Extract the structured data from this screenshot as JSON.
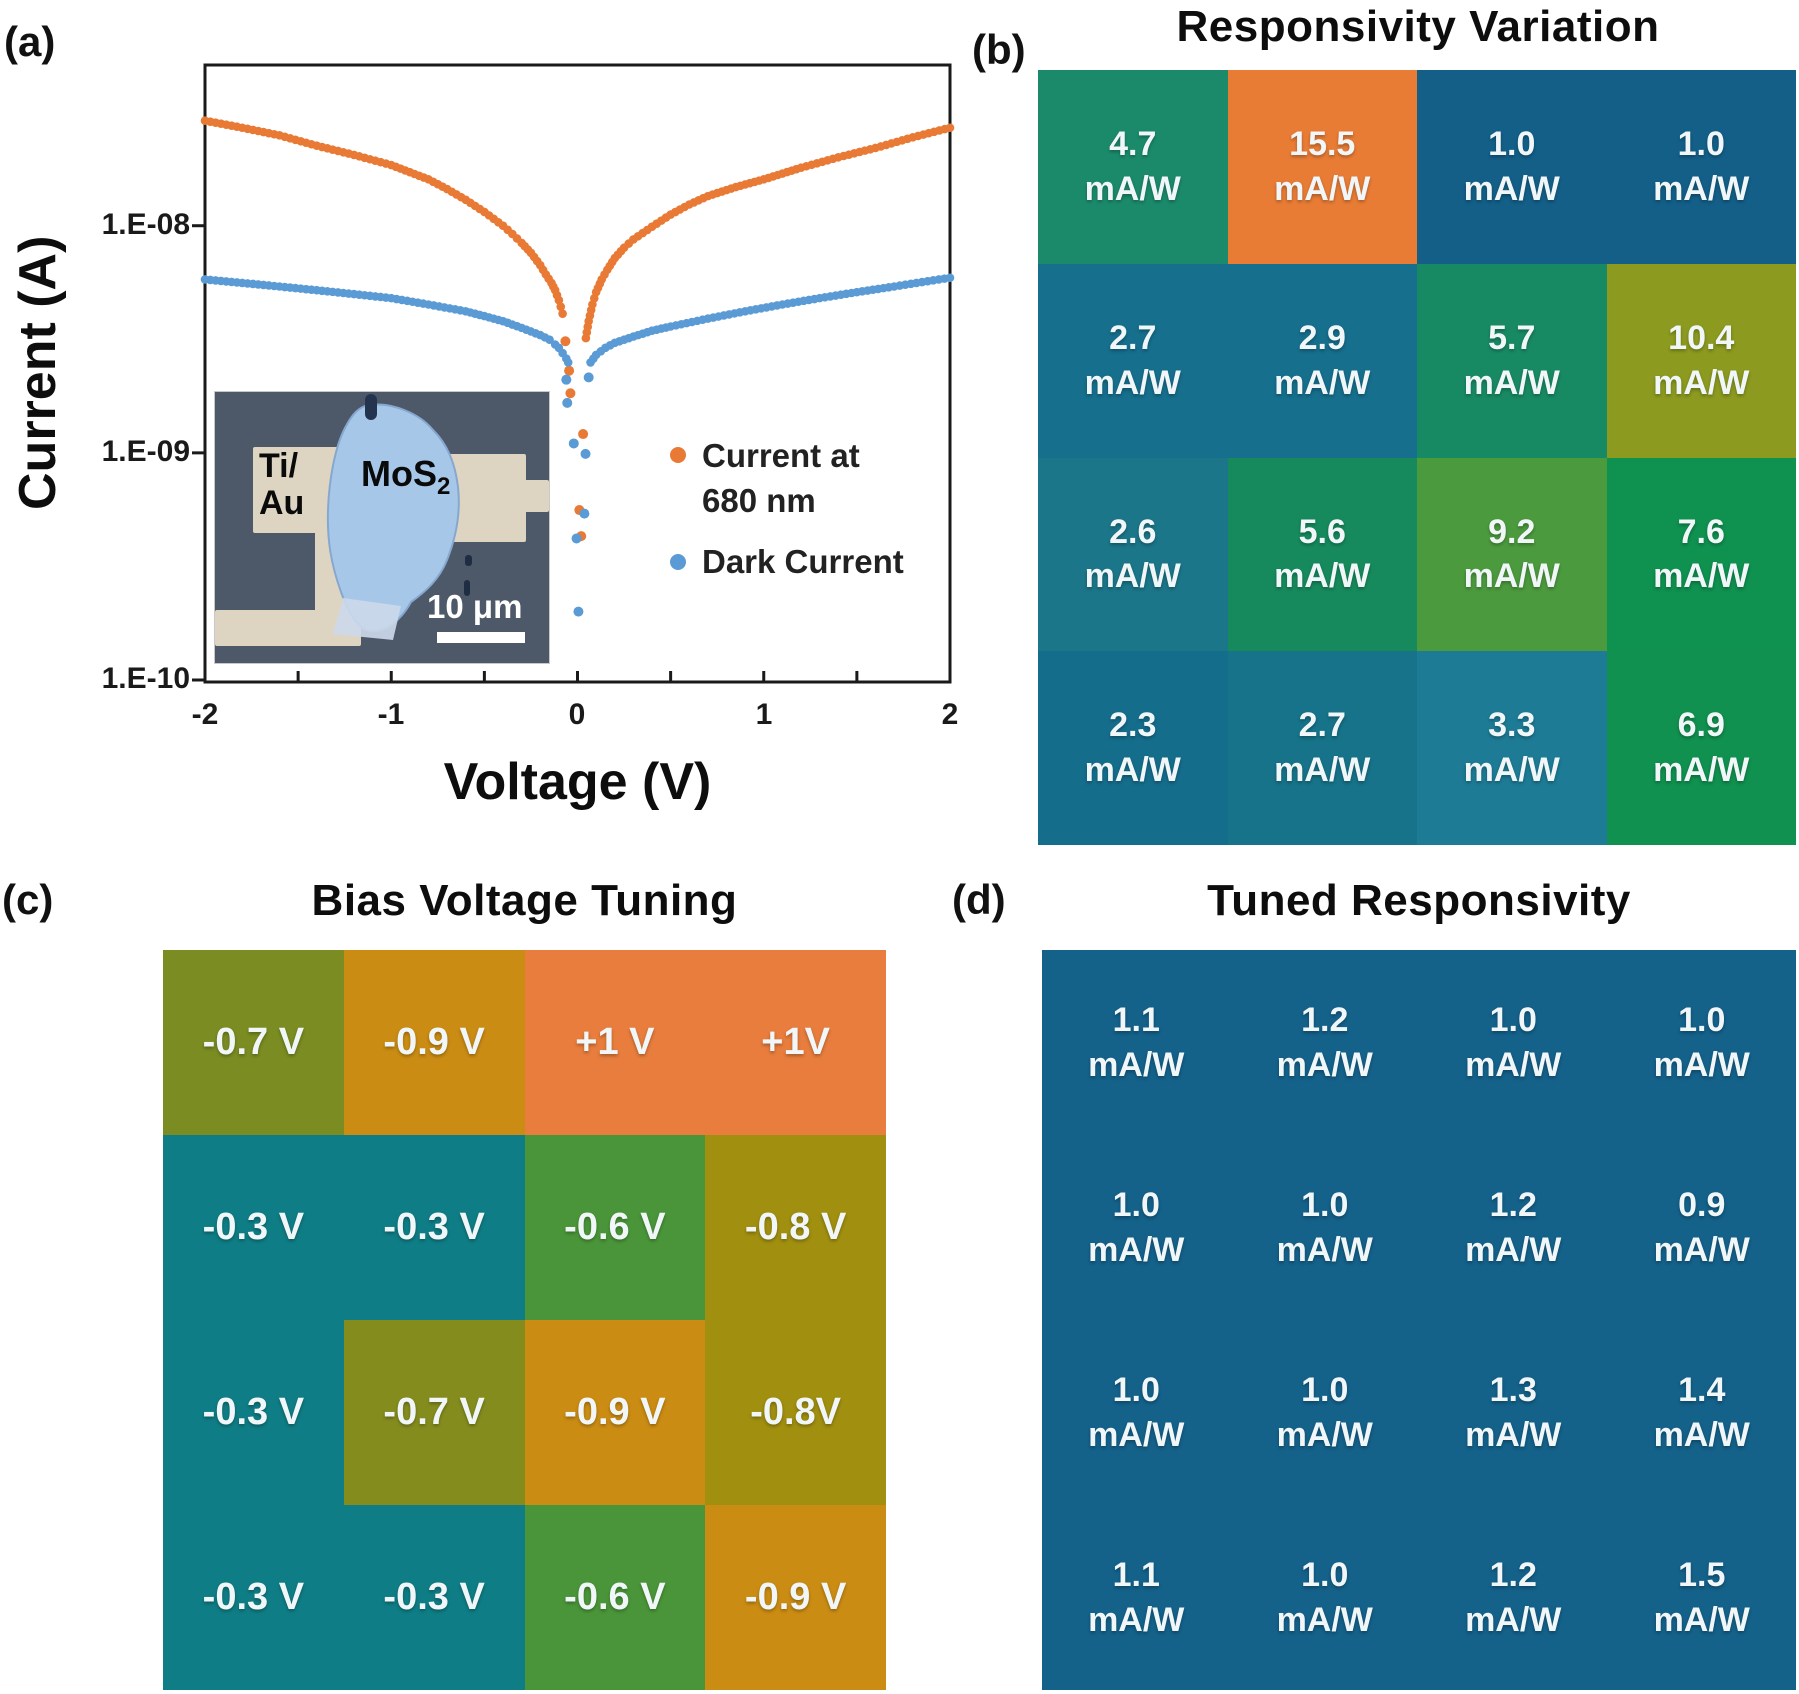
{
  "panels": {
    "a": {
      "label": "(a)"
    },
    "b": {
      "label": "(b)"
    },
    "c": {
      "label": "(c)"
    },
    "d": {
      "label": "(d)"
    }
  },
  "panel_a": {
    "x_axis_title": "Voltage (V)",
    "y_axis_title": "Current (A)",
    "legend": {
      "line1": "Current at",
      "line2": "680 nm",
      "dark": "Dark Current"
    },
    "inset": {
      "electrode_line1": "Ti/",
      "electrode_line2": "Au",
      "flake": "MoS",
      "flake_sub": "2",
      "scale": "10 μm"
    }
  },
  "chart_data": {
    "type": "scatter",
    "title": "",
    "xlabel": "Voltage (V)",
    "ylabel": "Current (A)",
    "x_axis": {
      "min": -2,
      "max": 2,
      "ticks": [
        {
          "label": "-2",
          "v": -2
        },
        {
          "label": "-1",
          "v": -1
        },
        {
          "label": "0",
          "v": 0
        },
        {
          "label": "1",
          "v": 1
        },
        {
          "label": "2",
          "v": 2
        }
      ],
      "minor_ticks": [
        -1.5,
        -1,
        -0.5,
        0,
        0.5,
        1,
        1.5
      ]
    },
    "y_axis": {
      "scale": "log",
      "top": 5.1e-08,
      "bottom": 9.8e-11,
      "ticks": [
        {
          "label": "1.E-08",
          "v": 1e-08
        },
        {
          "label": "1.E-09",
          "v": 1e-09
        },
        {
          "label": "1.E-10",
          "v": 1e-10
        }
      ]
    },
    "series": [
      {
        "name": "Current at 680 nm",
        "color": "#e87a35",
        "curve_left": [
          [
            -2,
            2.9e-08
          ],
          [
            -1.8,
            2.7e-08
          ],
          [
            -1.6,
            2.5e-08
          ],
          [
            -1.4,
            2.25e-08
          ],
          [
            -1.2,
            2.05e-08
          ],
          [
            -1.0,
            1.85e-08
          ],
          [
            -0.9,
            1.72e-08
          ],
          [
            -0.8,
            1.6e-08
          ],
          [
            -0.7,
            1.45e-08
          ],
          [
            -0.6,
            1.3e-08
          ],
          [
            -0.5,
            1.15e-08
          ],
          [
            -0.4,
            1e-08
          ],
          [
            -0.35,
            9.2e-09
          ],
          [
            -0.3,
            8.4e-09
          ],
          [
            -0.25,
            7.6e-09
          ],
          [
            -0.2,
            6.7e-09
          ],
          [
            -0.17,
            6.1e-09
          ],
          [
            -0.14,
            5.6e-09
          ],
          [
            -0.12,
            5.2e-09
          ],
          [
            -0.1,
            4.7e-09
          ],
          [
            -0.09,
            4.4e-09
          ],
          [
            -0.08,
            4.1e-09
          ]
        ],
        "scatter": [
          [
            -0.065,
            3.1e-09
          ],
          [
            -0.045,
            2.3e-09
          ],
          [
            -0.038,
            1.83e-09
          ],
          [
            0.03,
            1.21e-09
          ],
          [
            0.01,
            5.6e-10
          ],
          [
            0.02,
            4.3e-10
          ]
        ],
        "curve_right": [
          [
            0.045,
            3.2e-09
          ],
          [
            0.06,
            3.8e-09
          ],
          [
            0.08,
            4.5e-09
          ],
          [
            0.1,
            5.1e-09
          ],
          [
            0.13,
            5.8e-09
          ],
          [
            0.16,
            6.4e-09
          ],
          [
            0.2,
            7.2e-09
          ],
          [
            0.25,
            8e-09
          ],
          [
            0.3,
            8.7e-09
          ],
          [
            0.4,
            9.9e-09
          ],
          [
            0.5,
            1.12e-08
          ],
          [
            0.6,
            1.24e-08
          ],
          [
            0.7,
            1.35e-08
          ],
          [
            0.85,
            1.48e-08
          ],
          [
            1.0,
            1.6e-08
          ],
          [
            1.2,
            1.8e-08
          ],
          [
            1.4,
            2e-08
          ],
          [
            1.6,
            2.2e-08
          ],
          [
            1.8,
            2.45e-08
          ],
          [
            2.0,
            2.7e-08
          ]
        ]
      },
      {
        "name": "Dark Current",
        "color": "#5b9bd5",
        "curve_left": [
          [
            -2,
            5.8e-09
          ],
          [
            -1.8,
            5.6e-09
          ],
          [
            -1.6,
            5.4e-09
          ],
          [
            -1.4,
            5.2e-09
          ],
          [
            -1.2,
            5e-09
          ],
          [
            -1.0,
            4.8e-09
          ],
          [
            -0.8,
            4.5e-09
          ],
          [
            -0.6,
            4.2e-09
          ],
          [
            -0.5,
            4e-09
          ],
          [
            -0.4,
            3.8e-09
          ],
          [
            -0.3,
            3.55e-09
          ],
          [
            -0.2,
            3.3e-09
          ],
          [
            -0.15,
            3.15e-09
          ],
          [
            -0.12,
            3e-09
          ],
          [
            -0.1,
            2.9e-09
          ],
          [
            -0.08,
            2.75e-09
          ],
          [
            -0.06,
            2.6e-09
          ],
          [
            -0.05,
            2.5e-09
          ]
        ],
        "scatter": [
          [
            -0.06,
            2.1e-09
          ],
          [
            0.06,
            2.15e-09
          ],
          [
            -0.055,
            1.66e-09
          ],
          [
            -0.02,
            1.1e-09
          ],
          [
            0.043,
            9.9e-10
          ],
          [
            0.037,
            5.4e-10
          ],
          [
            -0.005,
            4.2e-10
          ],
          [
            0.005,
            2e-10
          ]
        ],
        "curve_right": [
          [
            0.07,
            2.5e-09
          ],
          [
            0.1,
            2.7e-09
          ],
          [
            0.15,
            2.9e-09
          ],
          [
            0.2,
            3.05e-09
          ],
          [
            0.3,
            3.25e-09
          ],
          [
            0.4,
            3.45e-09
          ],
          [
            0.5,
            3.6e-09
          ],
          [
            0.7,
            3.9e-09
          ],
          [
            0.9,
            4.2e-09
          ],
          [
            1.1,
            4.5e-09
          ],
          [
            1.3,
            4.8e-09
          ],
          [
            1.5,
            5.1e-09
          ],
          [
            1.7,
            5.4e-09
          ],
          [
            1.85,
            5.65e-09
          ],
          [
            2.0,
            5.9e-09
          ]
        ]
      }
    ]
  },
  "heatmaps": {
    "b": {
      "title": "Responsivity Variation",
      "unit": "mA/W",
      "cells": [
        [
          {
            "value": "4.7",
            "color": "#1b8a6b"
          },
          {
            "value": "15.5",
            "color": "#e87c35"
          },
          {
            "value": "1.0",
            "color": "#135f88"
          },
          {
            "value": "1.0",
            "color": "#135f88"
          }
        ],
        [
          {
            "value": "2.7",
            "color": "#166f8d"
          },
          {
            "value": "2.9",
            "color": "#166f8d"
          },
          {
            "value": "5.7",
            "color": "#188a63"
          },
          {
            "value": "10.4",
            "color": "#8c9a20"
          }
        ],
        [
          {
            "value": "2.6",
            "color": "#1b7689"
          },
          {
            "value": "5.6",
            "color": "#168a5d"
          },
          {
            "value": "9.2",
            "color": "#4c9a3e"
          },
          {
            "value": "7.6",
            "color": "#0f9150"
          }
        ],
        [
          {
            "value": "2.3",
            "color": "#156d8c"
          },
          {
            "value": "2.7",
            "color": "#167389"
          },
          {
            "value": "3.3",
            "color": "#1d7b95"
          },
          {
            "value": "6.9",
            "color": "#10914f"
          }
        ]
      ]
    },
    "c": {
      "title": "Bias Voltage Tuning",
      "cells": [
        [
          {
            "value": "-0.7 V",
            "color": "#7b8c22"
          },
          {
            "value": "-0.9 V",
            "color": "#cb8c13"
          },
          {
            "value": "+1 V",
            "color": "#e87d3d"
          },
          {
            "value": "+1V",
            "color": "#e87d3d"
          }
        ],
        [
          {
            "value": "-0.3 V",
            "color": "#0f7d85"
          },
          {
            "value": "-0.3 V",
            "color": "#0f7d85"
          },
          {
            "value": "-0.6 V",
            "color": "#4a9539"
          },
          {
            "value": "-0.8 V",
            "color": "#a18f10"
          }
        ],
        [
          {
            "value": "-0.3 V",
            "color": "#0f7d85"
          },
          {
            "value": "-0.7 V",
            "color": "#858c1e"
          },
          {
            "value": "-0.9 V",
            "color": "#cb8c13"
          },
          {
            "value": "-0.8V",
            "color": "#a18f10"
          }
        ],
        [
          {
            "value": "-0.3 V",
            "color": "#0f7d85"
          },
          {
            "value": "-0.3 V",
            "color": "#0f7d85"
          },
          {
            "value": "-0.6 V",
            "color": "#4a9539"
          },
          {
            "value": "-0.9 V",
            "color": "#cb8c13"
          }
        ]
      ]
    },
    "d": {
      "title": "Tuned Responsivity",
      "unit": "mA/W",
      "cells": [
        [
          {
            "value": "1.1",
            "color": "#14618a"
          },
          {
            "value": "1.2",
            "color": "#14618a"
          },
          {
            "value": "1.0",
            "color": "#14618a"
          },
          {
            "value": "1.0",
            "color": "#14618a"
          }
        ],
        [
          {
            "value": "1.0",
            "color": "#14618a"
          },
          {
            "value": "1.0",
            "color": "#14618a"
          },
          {
            "value": "1.2",
            "color": "#14618a"
          },
          {
            "value": "0.9",
            "color": "#14618a"
          }
        ],
        [
          {
            "value": "1.0",
            "color": "#14618a"
          },
          {
            "value": "1.0",
            "color": "#14618a"
          },
          {
            "value": "1.3",
            "color": "#14618a"
          },
          {
            "value": "1.4",
            "color": "#14618a"
          }
        ],
        [
          {
            "value": "1.1",
            "color": "#14618a"
          },
          {
            "value": "1.0",
            "color": "#14618a"
          },
          {
            "value": "1.2",
            "color": "#14618a"
          },
          {
            "value": "1.5",
            "color": "#14618a"
          }
        ]
      ]
    }
  }
}
